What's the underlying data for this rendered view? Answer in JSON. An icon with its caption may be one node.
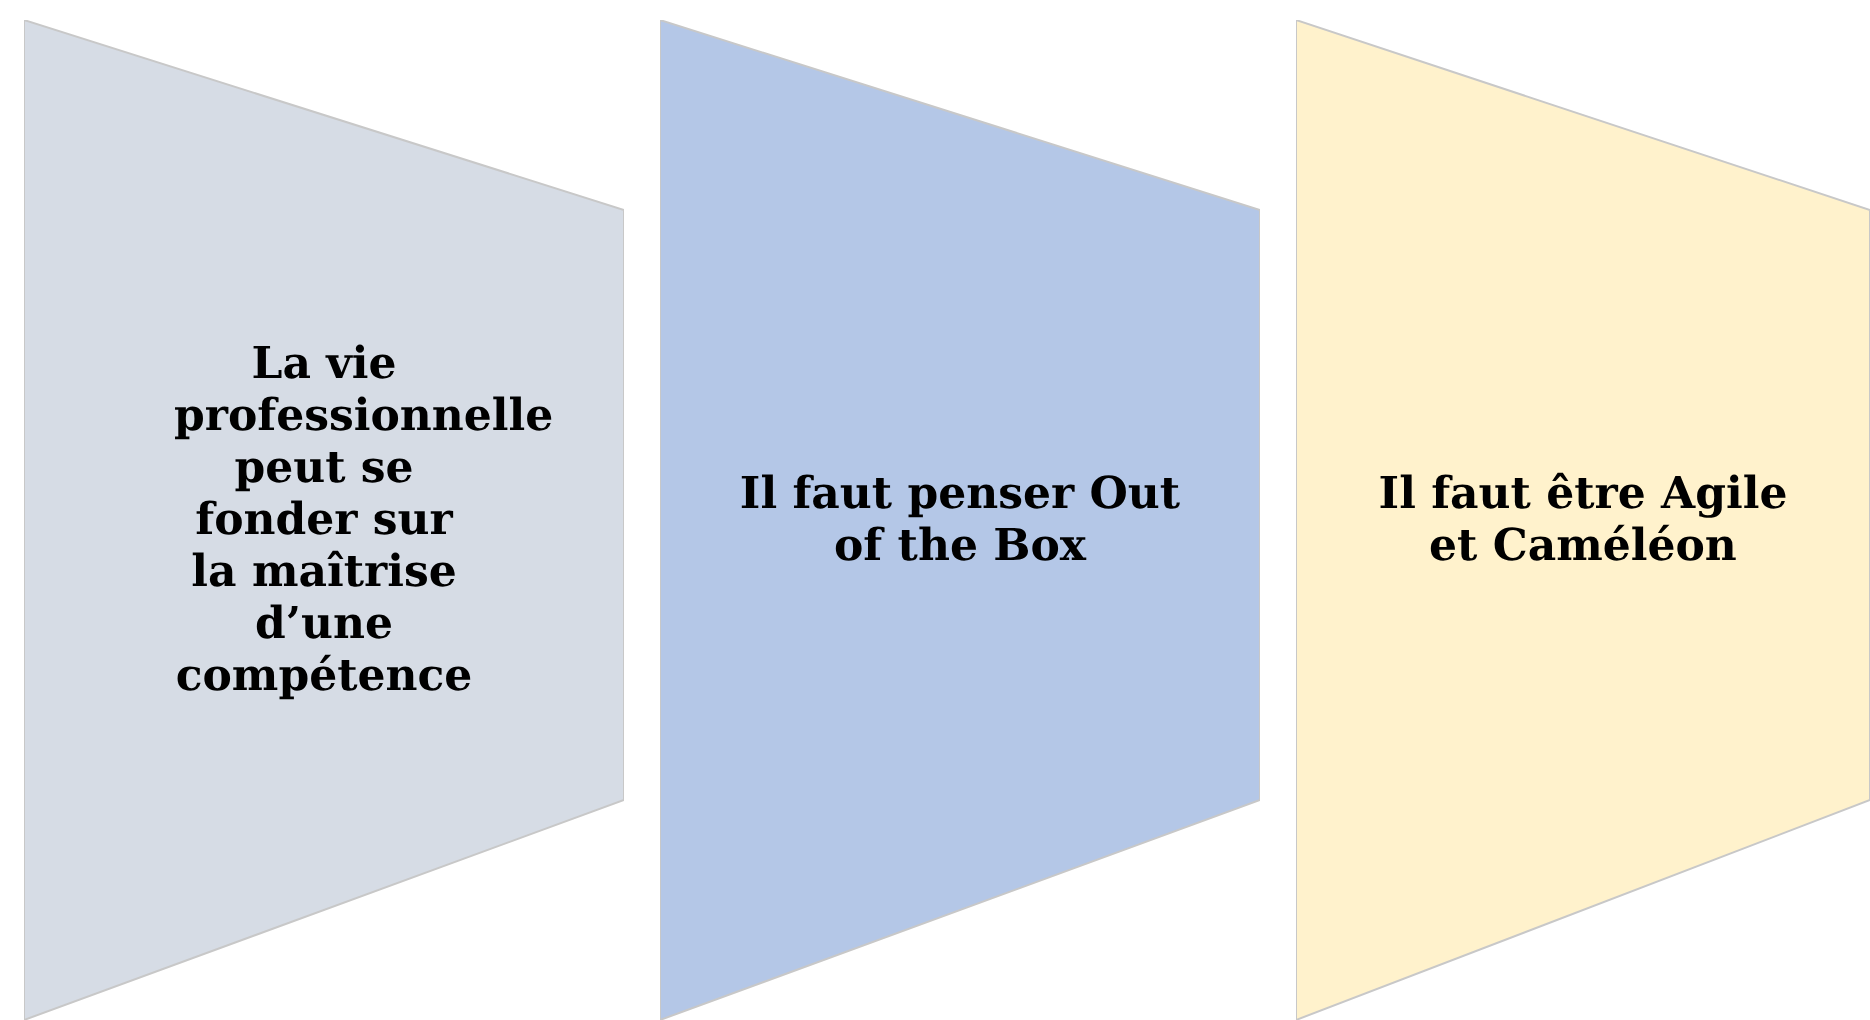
{
  "diagram": {
    "nodes": [
      {
        "text": [
          "La vie professionnelle peut se fonder sur la maîtrise d’une compétence"
        ]
      },
      {
        "text": [
          "Il faut penser Out of the Box"
        ]
      },
      {
        "text": [
          "Il faut être Agile et Caméléon"
        ]
      }
    ]
  }
}
